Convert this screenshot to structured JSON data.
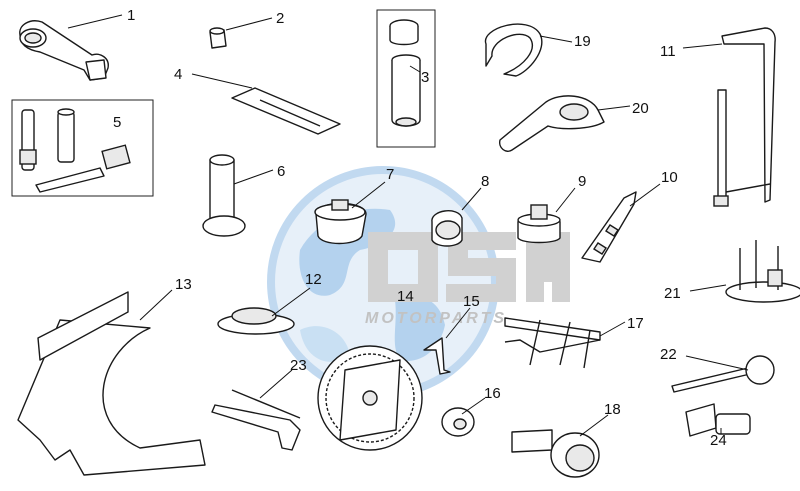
{
  "watermark": {
    "brand": "OSM",
    "tagline": "MOTORPARTS",
    "colors": {
      "globe_blue": "#9cc4e8",
      "letters_grey": "#c9c9c9",
      "tagline_grey": "#b8b8b8"
    }
  },
  "callouts": [
    "1",
    "2",
    "3",
    "4",
    "5",
    "6",
    "7",
    "8",
    "9",
    "10",
    "11",
    "12",
    "13",
    "14",
    "15",
    "16",
    "17",
    "18",
    "19",
    "20",
    "21",
    "22",
    "23",
    "24"
  ]
}
